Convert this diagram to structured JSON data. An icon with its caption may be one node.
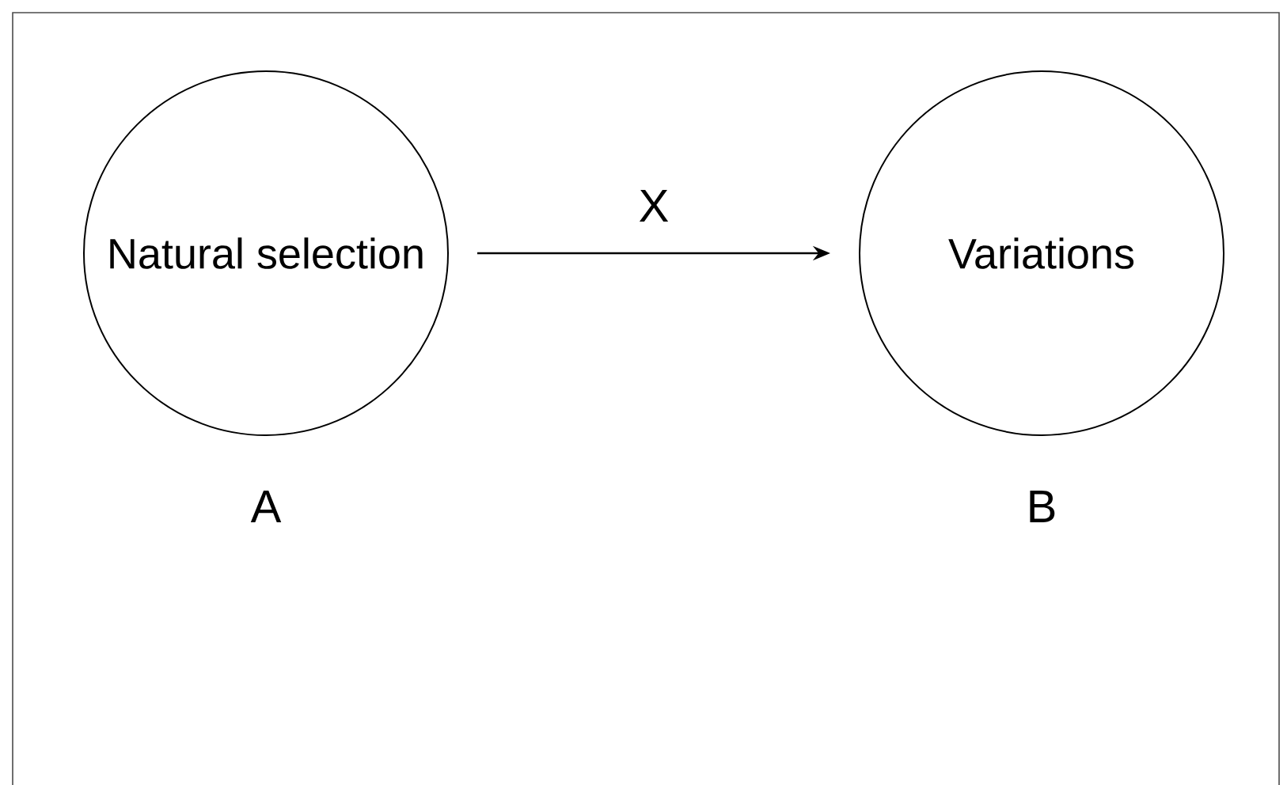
{
  "diagram": {
    "nodes": [
      {
        "text": [
          "Natural selection"
        ],
        "beside": [
          "A"
        ]
      },
      {
        "text": [
          "Variations"
        ],
        "beside": [
          "B"
        ]
      }
    ],
    "edges": [
      {
        "from": 0,
        "to": 1,
        "arrow": "to",
        "label": "X"
      }
    ]
  }
}
